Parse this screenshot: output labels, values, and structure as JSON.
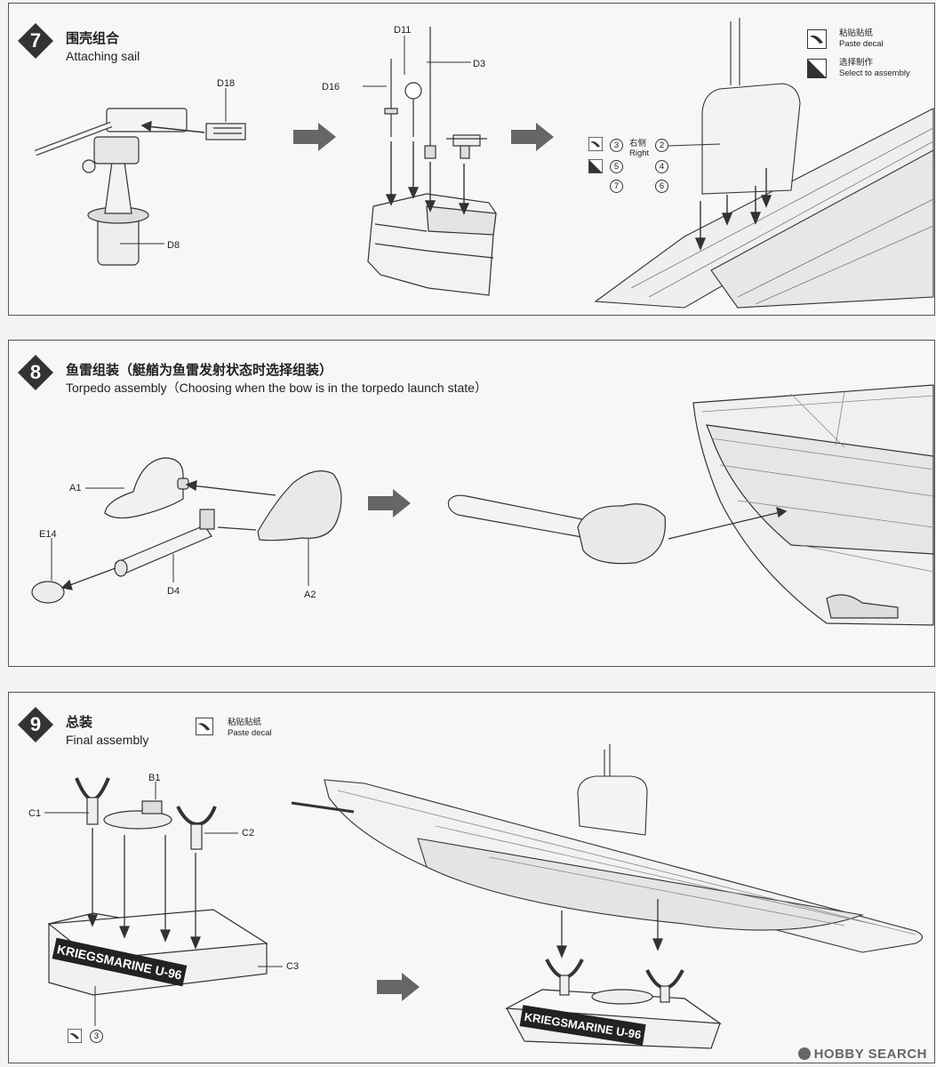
{
  "steps": [
    {
      "number": "7",
      "title_cn": "围壳组合",
      "title_en": "Attaching sail",
      "legend": [
        {
          "cn": "粘贴贴纸",
          "en": "Paste decal",
          "icon": "paste-decal-icon"
        },
        {
          "cn": "选择制作",
          "en": "Select to assembly",
          "icon": "select-assembly-icon"
        }
      ],
      "parts": [
        "D18",
        "D8",
        "D11",
        "D3",
        "D16"
      ],
      "decal_markers": {
        "right_cn": "右侧",
        "right_en": "Right",
        "numbers": [
          "3",
          "2",
          "5",
          "4",
          "7",
          "6"
        ]
      }
    },
    {
      "number": "8",
      "title_cn": "鱼雷组装（艇艏为鱼雷发射状态时选择组装）",
      "title_en": "Torpedo assembly（Choosing when the bow is in the torpedo launch state）",
      "parts": [
        "A1",
        "E14",
        "D4",
        "A2"
      ]
    },
    {
      "number": "9",
      "title_cn": "总装",
      "title_en": "Final assembly",
      "legend": [
        {
          "cn": "粘贴贴纸",
          "en": "Paste decal",
          "icon": "paste-decal-icon"
        }
      ],
      "parts": [
        "B1",
        "C1",
        "C2",
        "C3"
      ],
      "stand_text": "KRIEGSMARINE U-96",
      "decal_number": "3"
    }
  ],
  "watermark": "HOBBY SEARCH"
}
